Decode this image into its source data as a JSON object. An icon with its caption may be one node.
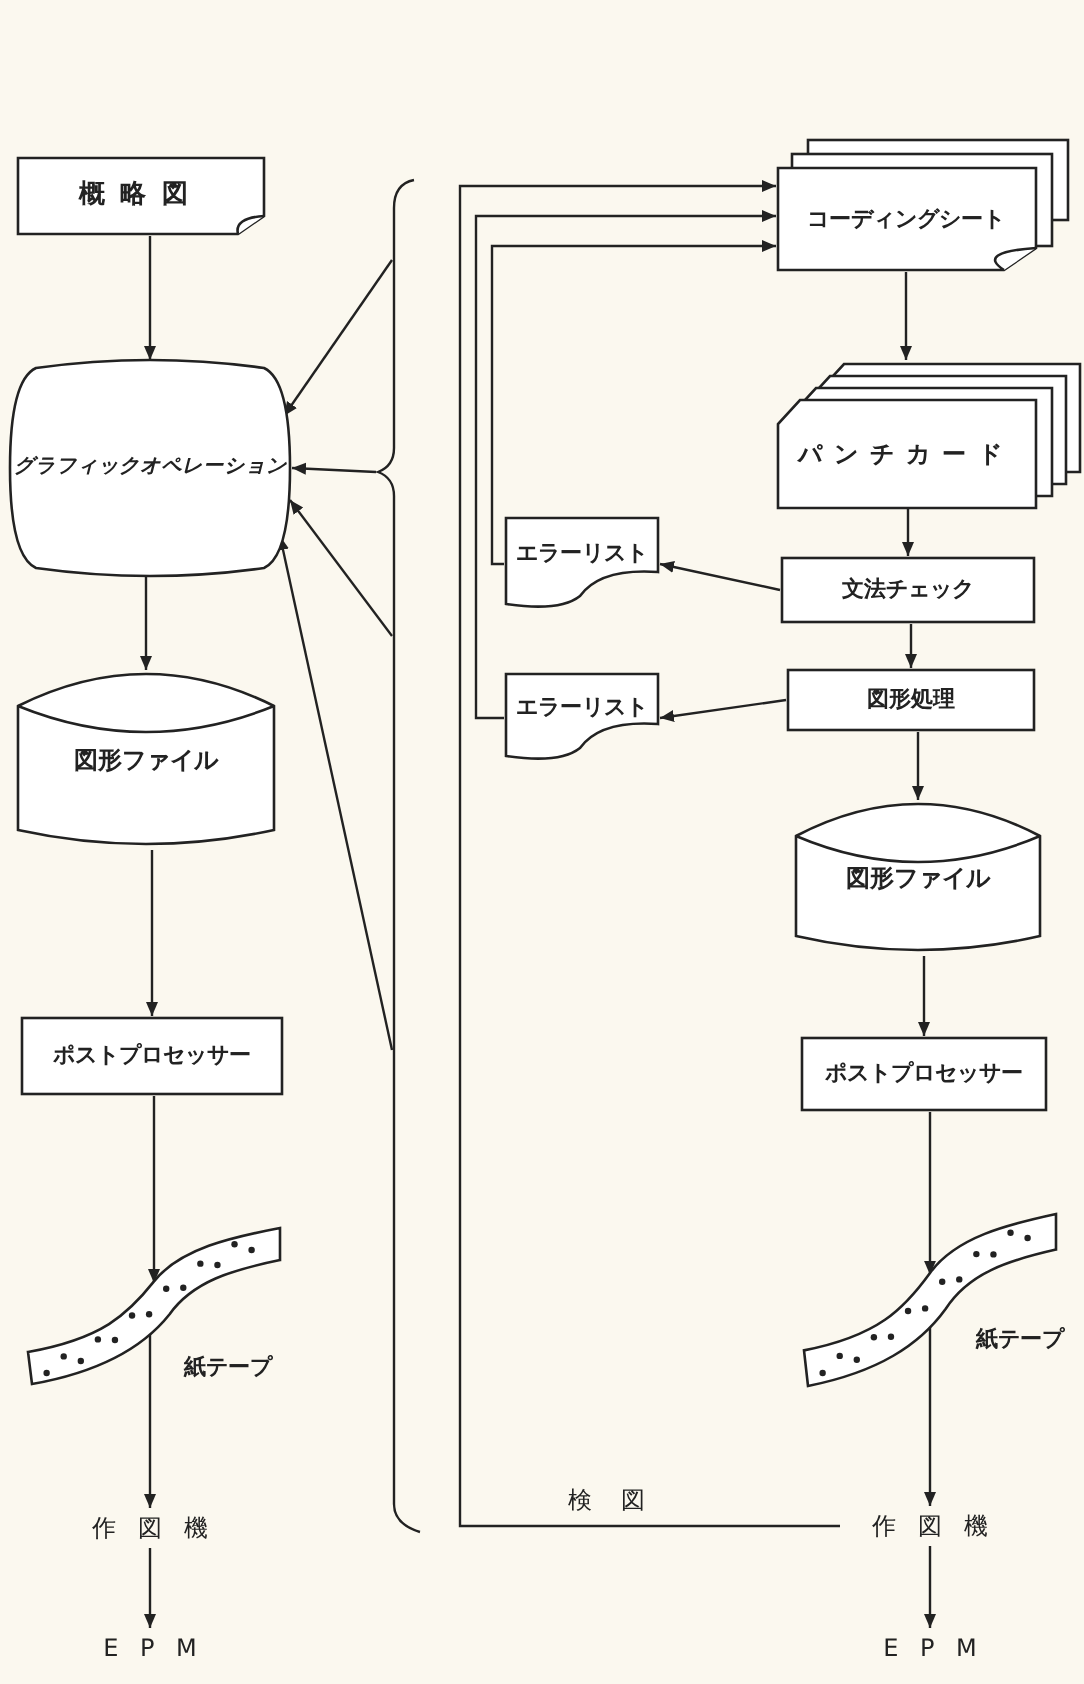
{
  "diagram": {
    "nodes": [
      {
        "text": [
          "概略図"
        ]
      },
      {
        "text": [
          "グラフィックオペレーション"
        ]
      },
      {
        "text": [
          "図形ファイル"
        ]
      },
      {
        "text": [
          "ポストプロセッサー"
        ]
      },
      {
        "text": [],
        "shape": "picture",
        "beside": [
          "紙テープ"
        ]
      },
      {
        "text": [
          "作図機"
        ]
      },
      {
        "text": [
          "EPM"
        ]
      },
      {
        "text": [
          "コーディングシート"
        ]
      },
      {
        "text": [
          "パンチカード"
        ]
      },
      {
        "text": [
          "エラーリスト"
        ]
      },
      {
        "text": [
          "文法チェック"
        ]
      },
      {
        "text": [
          "エラーリスト"
        ]
      },
      {
        "text": [
          "図形処理"
        ]
      },
      {
        "text": [
          "図形ファイル"
        ]
      },
      {
        "text": [
          "ポストプロセッサー"
        ]
      },
      {
        "text": [],
        "shape": "picture",
        "beside": [
          "紙テープ"
        ]
      },
      {
        "text": [
          "作図機"
        ]
      },
      {
        "text": [
          "EPM"
        ]
      },
      {
        "text": [],
        "shape": "bracket"
      }
    ],
    "edges": [
      {
        "from": 0,
        "to": 1,
        "arrow": "to"
      },
      {
        "from": 1,
        "to": 2,
        "arrow": "to"
      },
      {
        "from": 2,
        "to": 3,
        "arrow": "to"
      },
      {
        "from": 3,
        "to": 4,
        "arrow": "to"
      },
      {
        "from": 4,
        "to": 5,
        "arrow": "to"
      },
      {
        "from": 5,
        "to": 6,
        "arrow": "to"
      },
      {
        "from": 7,
        "to": 8,
        "arrow": "to"
      },
      {
        "from": 8,
        "to": 10,
        "arrow": "to"
      },
      {
        "from": 10,
        "to": 9,
        "arrow": "to"
      },
      {
        "from": 10,
        "to": 12,
        "arrow": "to"
      },
      {
        "from": 12,
        "to": 11,
        "arrow": "to"
      },
      {
        "from": 12,
        "to": 13,
        "arrow": "to"
      },
      {
        "from": 13,
        "to": 14,
        "arrow": "to"
      },
      {
        "from": 14,
        "to": 15,
        "arrow": "to"
      },
      {
        "from": 15,
        "to": 16,
        "arrow": "to"
      },
      {
        "from": 16,
        "to": 17,
        "arrow": "to"
      },
      {
        "from": 9,
        "to": 7,
        "arrow": "to"
      },
      {
        "from": 11,
        "to": 7,
        "arrow": "to"
      },
      {
        "from": 16,
        "to": 7,
        "label": "検図",
        "arrow": "to"
      },
      {
        "from": 18,
        "to": 1,
        "arrow": "to"
      },
      {
        "from": 18,
        "to": 1,
        "arrow": "to"
      },
      {
        "from": 18,
        "to": 1,
        "arrow": "to"
      },
      {
        "from": 18,
        "to": 1,
        "arrow": "to"
      }
    ]
  }
}
